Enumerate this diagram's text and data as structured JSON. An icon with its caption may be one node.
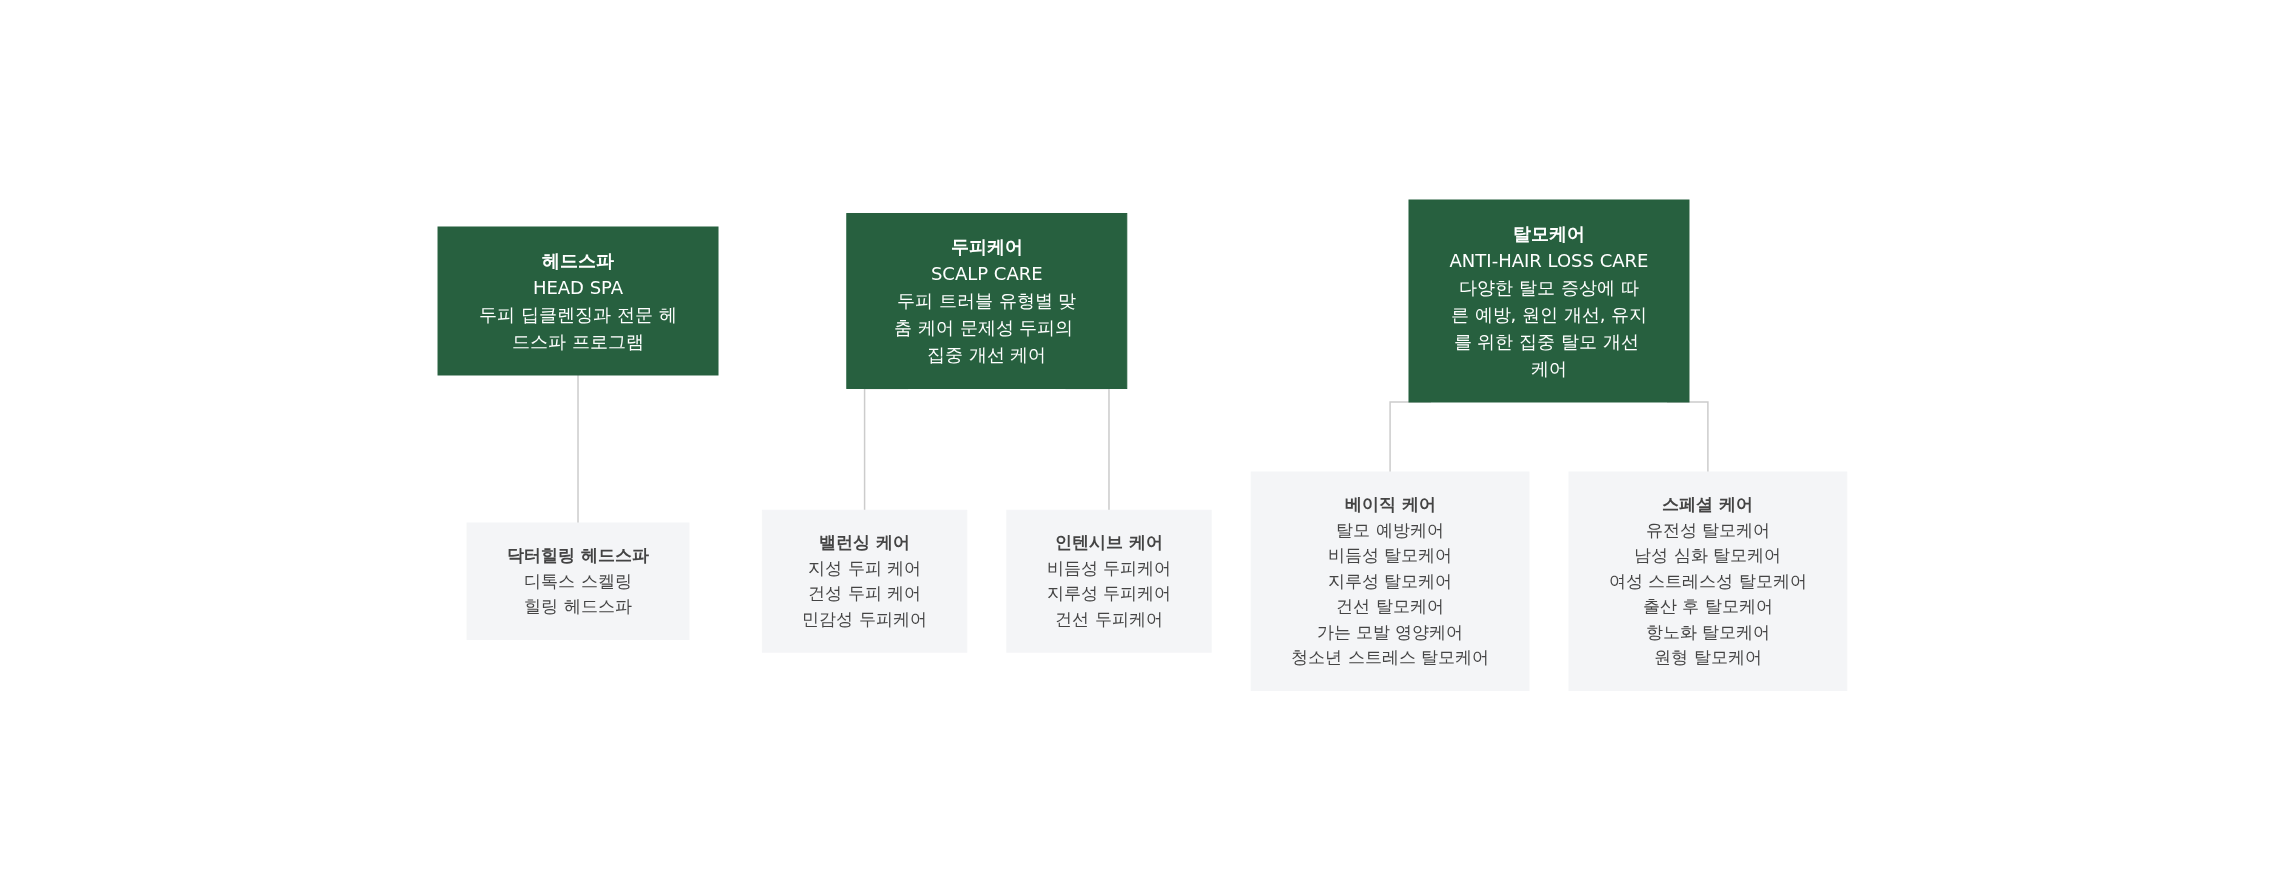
{
  "diagram": {
    "nodes": [
      {
        "text": [
          "헤드스파",
          "HEAD SPA",
          "두피 딥클렌징과 전문 헤드스파 프로그램"
        ]
      },
      {
        "text": [
          "두피케어",
          "SCALP CARE",
          "두피 트러블 유형별 맞춤 케어 문제성 두피의 집중 개선 케어"
        ]
      },
      {
        "text": [
          "탈모케어",
          "ANTI-HAIR LOSS CARE",
          "다양한 탈모 증상에 따른 예방, 원인 개선, 유지를 위한 집중 탈모 개선 케어"
        ]
      },
      {
        "text": [
          "닥터힐링 헤드스파",
          "디톡스 스켈링",
          "힐링 헤드스파"
        ]
      },
      {
        "text": [
          "밸런싱 케어",
          "지성 두피 케어",
          "건성 두피 케어",
          "민감성 두피케어"
        ]
      },
      {
        "text": [
          "인텐시브 케어",
          "비듬성 두피케어",
          "지루성 두피케어",
          "건선 두피케어"
        ]
      },
      {
        "text": [
          "베이직 케어",
          "탈모 예방케어",
          "비듬성 탈모케어",
          "지루성 탈모케어",
          "건선 탈모케어",
          "가는 모발 영양케어",
          "청소년 스트레스 탈모케어"
        ]
      },
      {
        "text": [
          "스페셜 케어",
          "유전성 탈모케어",
          "남성 심화 탈모케어",
          "여성 스트레스성 탈모케어",
          "출산 후 탈모케어",
          "항노화 탈모케어",
          "원형 탈모케어"
        ]
      }
    ],
    "edges": [
      {
        "from": 0,
        "to": 3,
        "arrow": "none"
      },
      {
        "from": 1,
        "to": 4,
        "arrow": "none"
      },
      {
        "from": 1,
        "to": 5,
        "arrow": "none"
      },
      {
        "from": 2,
        "to": 6,
        "arrow": "none"
      },
      {
        "from": 2,
        "to": 7,
        "arrow": "none"
      }
    ]
  }
}
